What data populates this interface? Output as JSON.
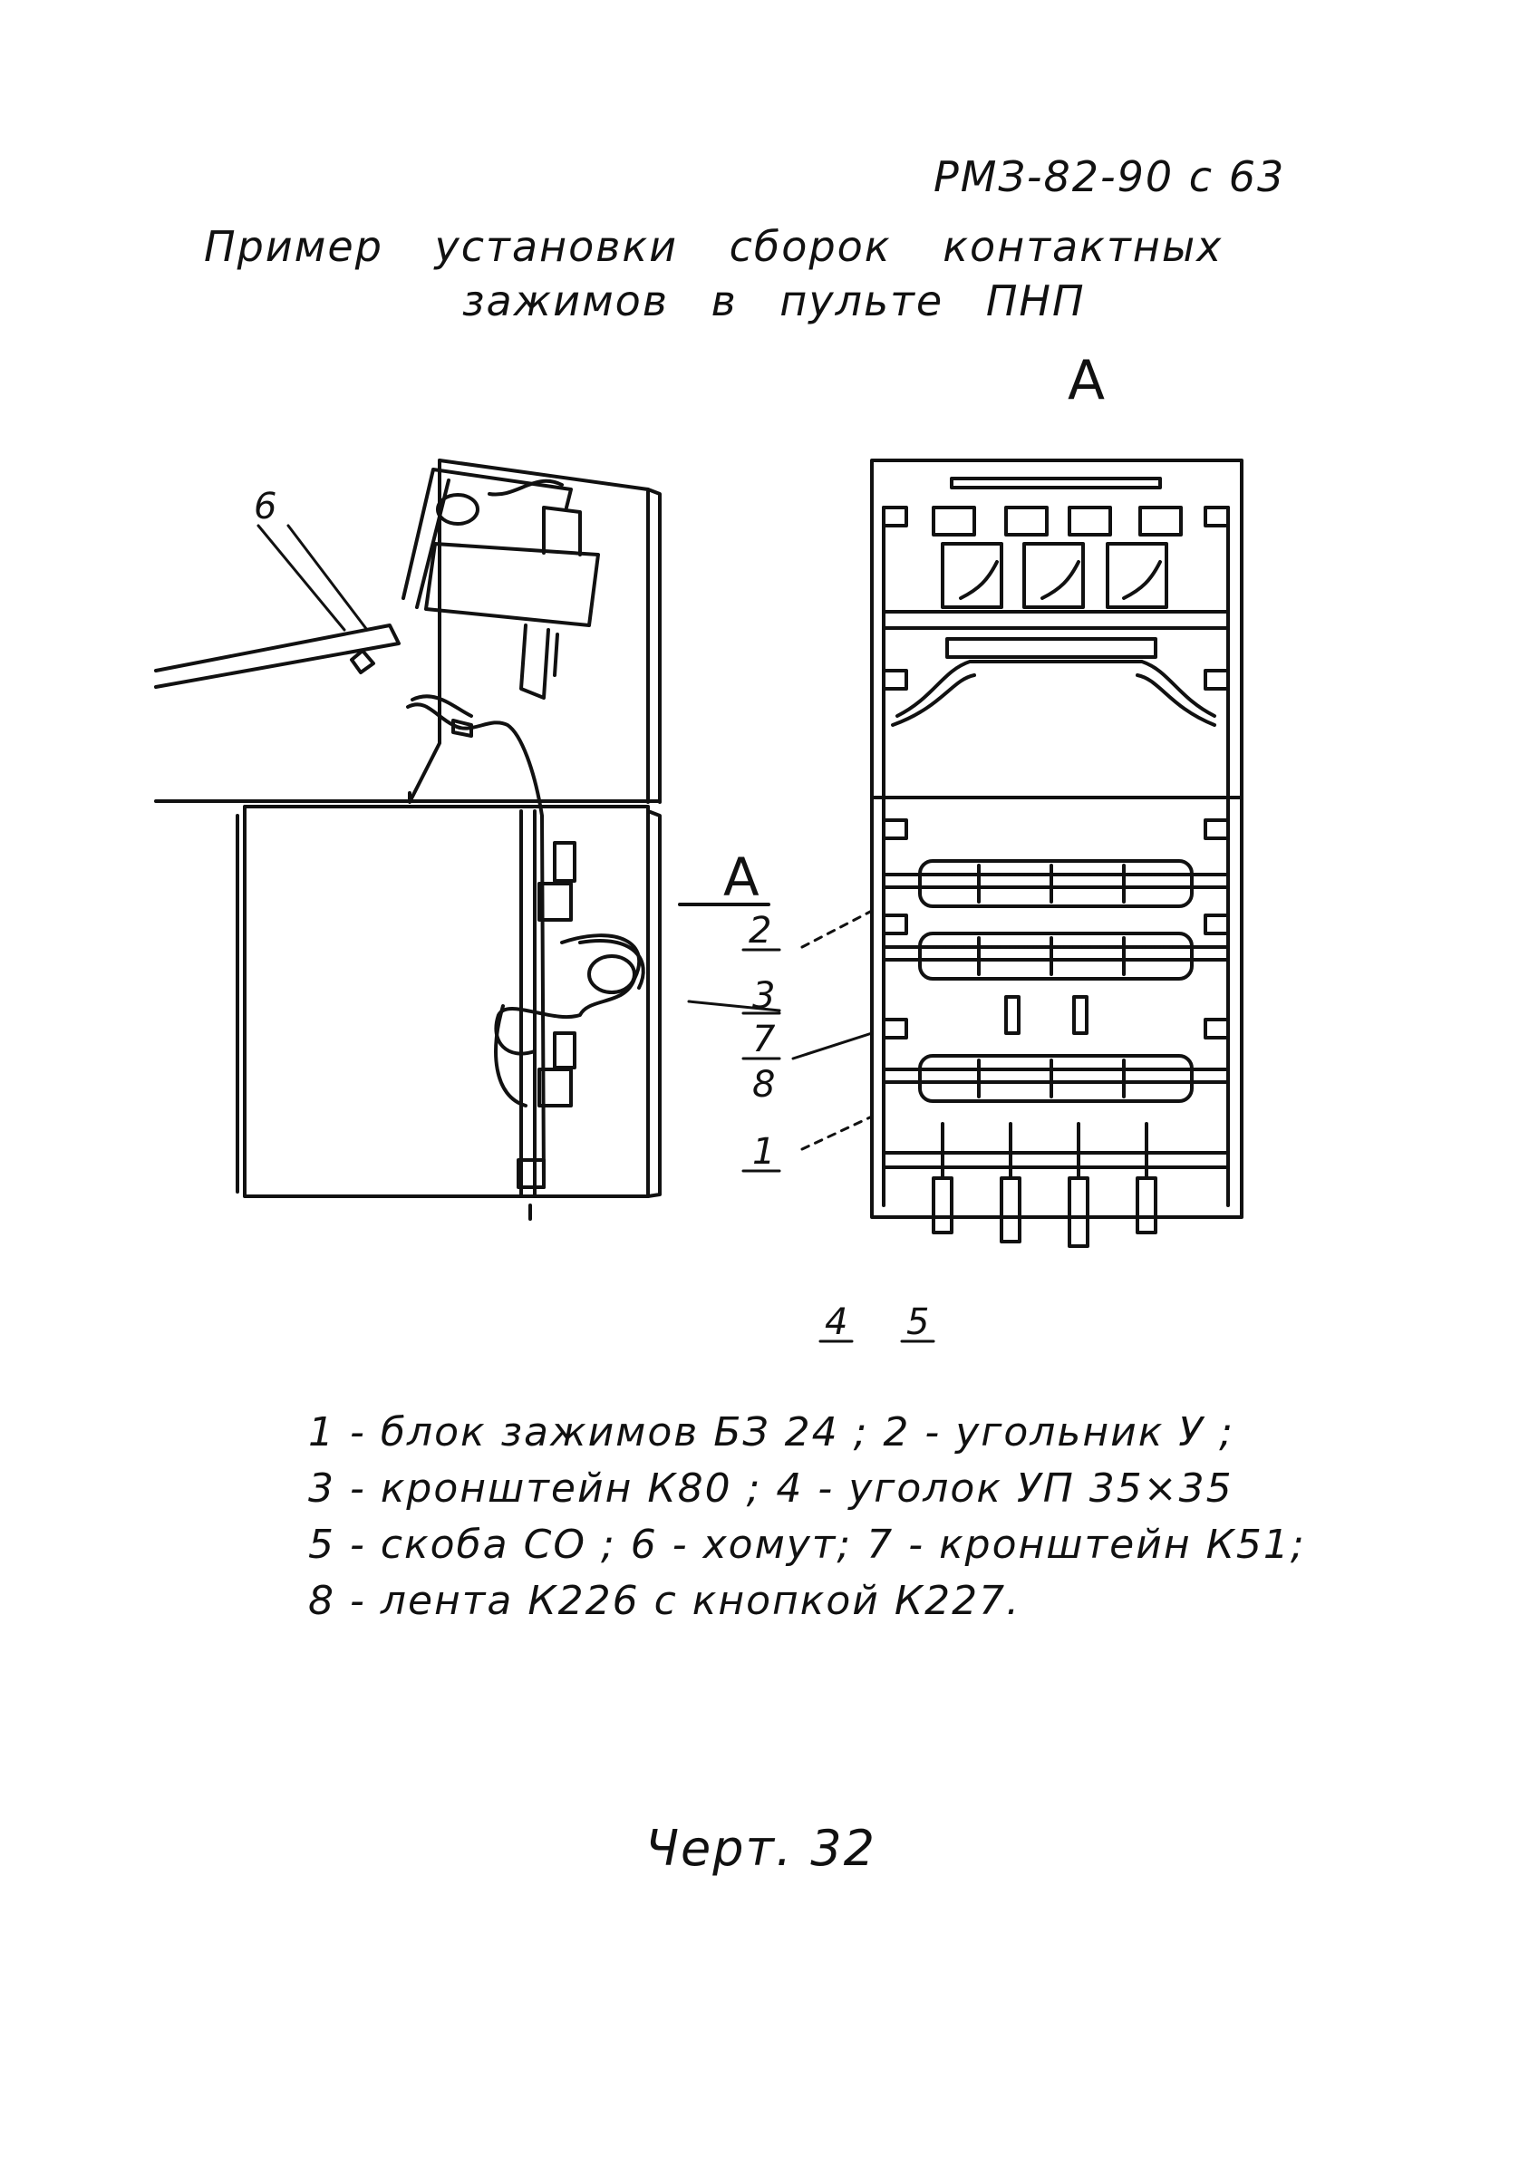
{
  "header": {
    "doc_code": "РМЗ-82-90   с 63"
  },
  "title": {
    "line1": "Пример установки сборок контактных",
    "line2": "зажимов в пульте ПНП"
  },
  "view_label": "А",
  "section_label": "А",
  "callouts": {
    "c1": "1",
    "c2": "2",
    "c3": "3",
    "c4": "4",
    "c5": "5",
    "c6": "6",
    "c7": "7",
    "c8": "8"
  },
  "legend": {
    "line1": "1 - блок зажимов БЗ 24 ;   2 - угольник У ;",
    "line2": "3 - кронштейн К80 ; 4 - уголок УП 35×35",
    "line3": "5 - скоба СО ; 6 - хомут; 7 - кронштейн К51;",
    "line4": "8 - лента К226 с кнопкой К227."
  },
  "caption": "Черт. 32"
}
